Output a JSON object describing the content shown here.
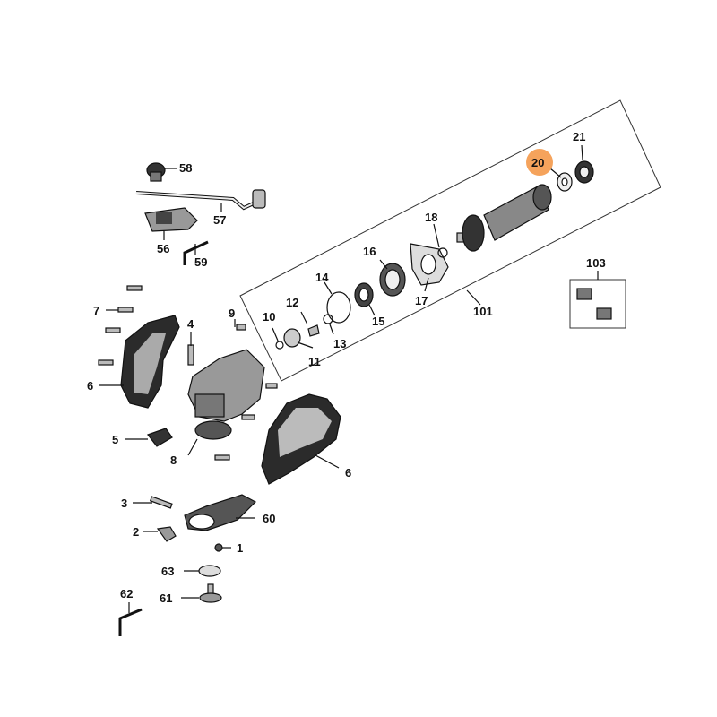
{
  "highlight_color": "#f5a35c",
  "highlighted_part": "20",
  "labels": {
    "p1": "1",
    "p2": "2",
    "p3": "3",
    "p4": "4",
    "p5": "5",
    "p6a": "6",
    "p6b": "6",
    "p7": "7",
    "p8": "8",
    "p9": "9",
    "p10": "10",
    "p11": "11",
    "p12": "12",
    "p13": "13",
    "p14": "14",
    "p15": "15",
    "p16": "16",
    "p17": "17",
    "p18": "18",
    "p20": "20",
    "p21": "21",
    "p56": "56",
    "p57": "57",
    "p58": "58",
    "p59": "59",
    "p60": "60",
    "p61": "61",
    "p62": "62",
    "p63": "63",
    "p101": "101",
    "p103": "103"
  }
}
